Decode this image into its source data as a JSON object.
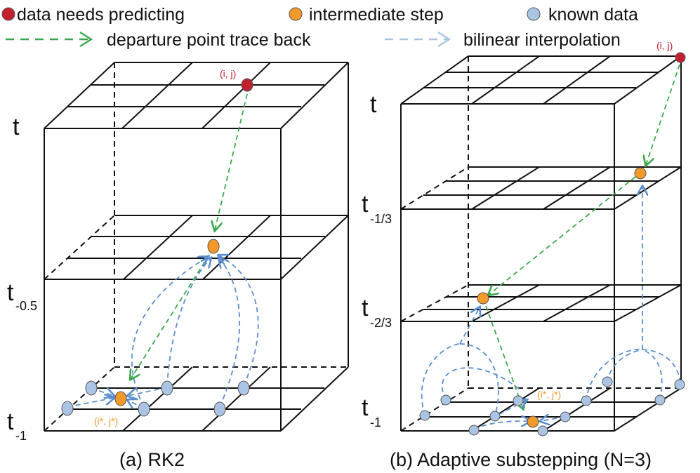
{
  "legend": {
    "data_needs_predicting": "data needs predicting",
    "intermediate_step": "intermediate step",
    "known_data": "known data",
    "departure_trace": "departure point trace back",
    "bilinear": "bilinear interpolation"
  },
  "colors": {
    "red": "#c3202f",
    "orange": "#f39a2b",
    "blue": "#aac4e3",
    "green_dash": "#3aa84a",
    "blue_dash": "#5b8fcf",
    "orange_text": "#f39a2b",
    "red_text": "#c3202f"
  },
  "panel_a": {
    "caption": "(a) RK2",
    "t_top": "t",
    "t_mid_base": "t",
    "t_mid_sub": "-0.5",
    "t_bot_base": "t",
    "t_bot_sub": "-1",
    "point_ij": "(i, j)",
    "point_ij_star": "(i*, j*)"
  },
  "panel_b": {
    "caption": "(b) Adaptive substepping (N=3)",
    "t_top": "t",
    "t_13_base": "t",
    "t_13_sub": "-1/3",
    "t_23_base": "t",
    "t_23_sub": "-2/3",
    "t_bot_base": "t",
    "t_bot_sub": "-1",
    "point_ij": "(i, j)",
    "point_ij_star": "(i*, j*)"
  }
}
